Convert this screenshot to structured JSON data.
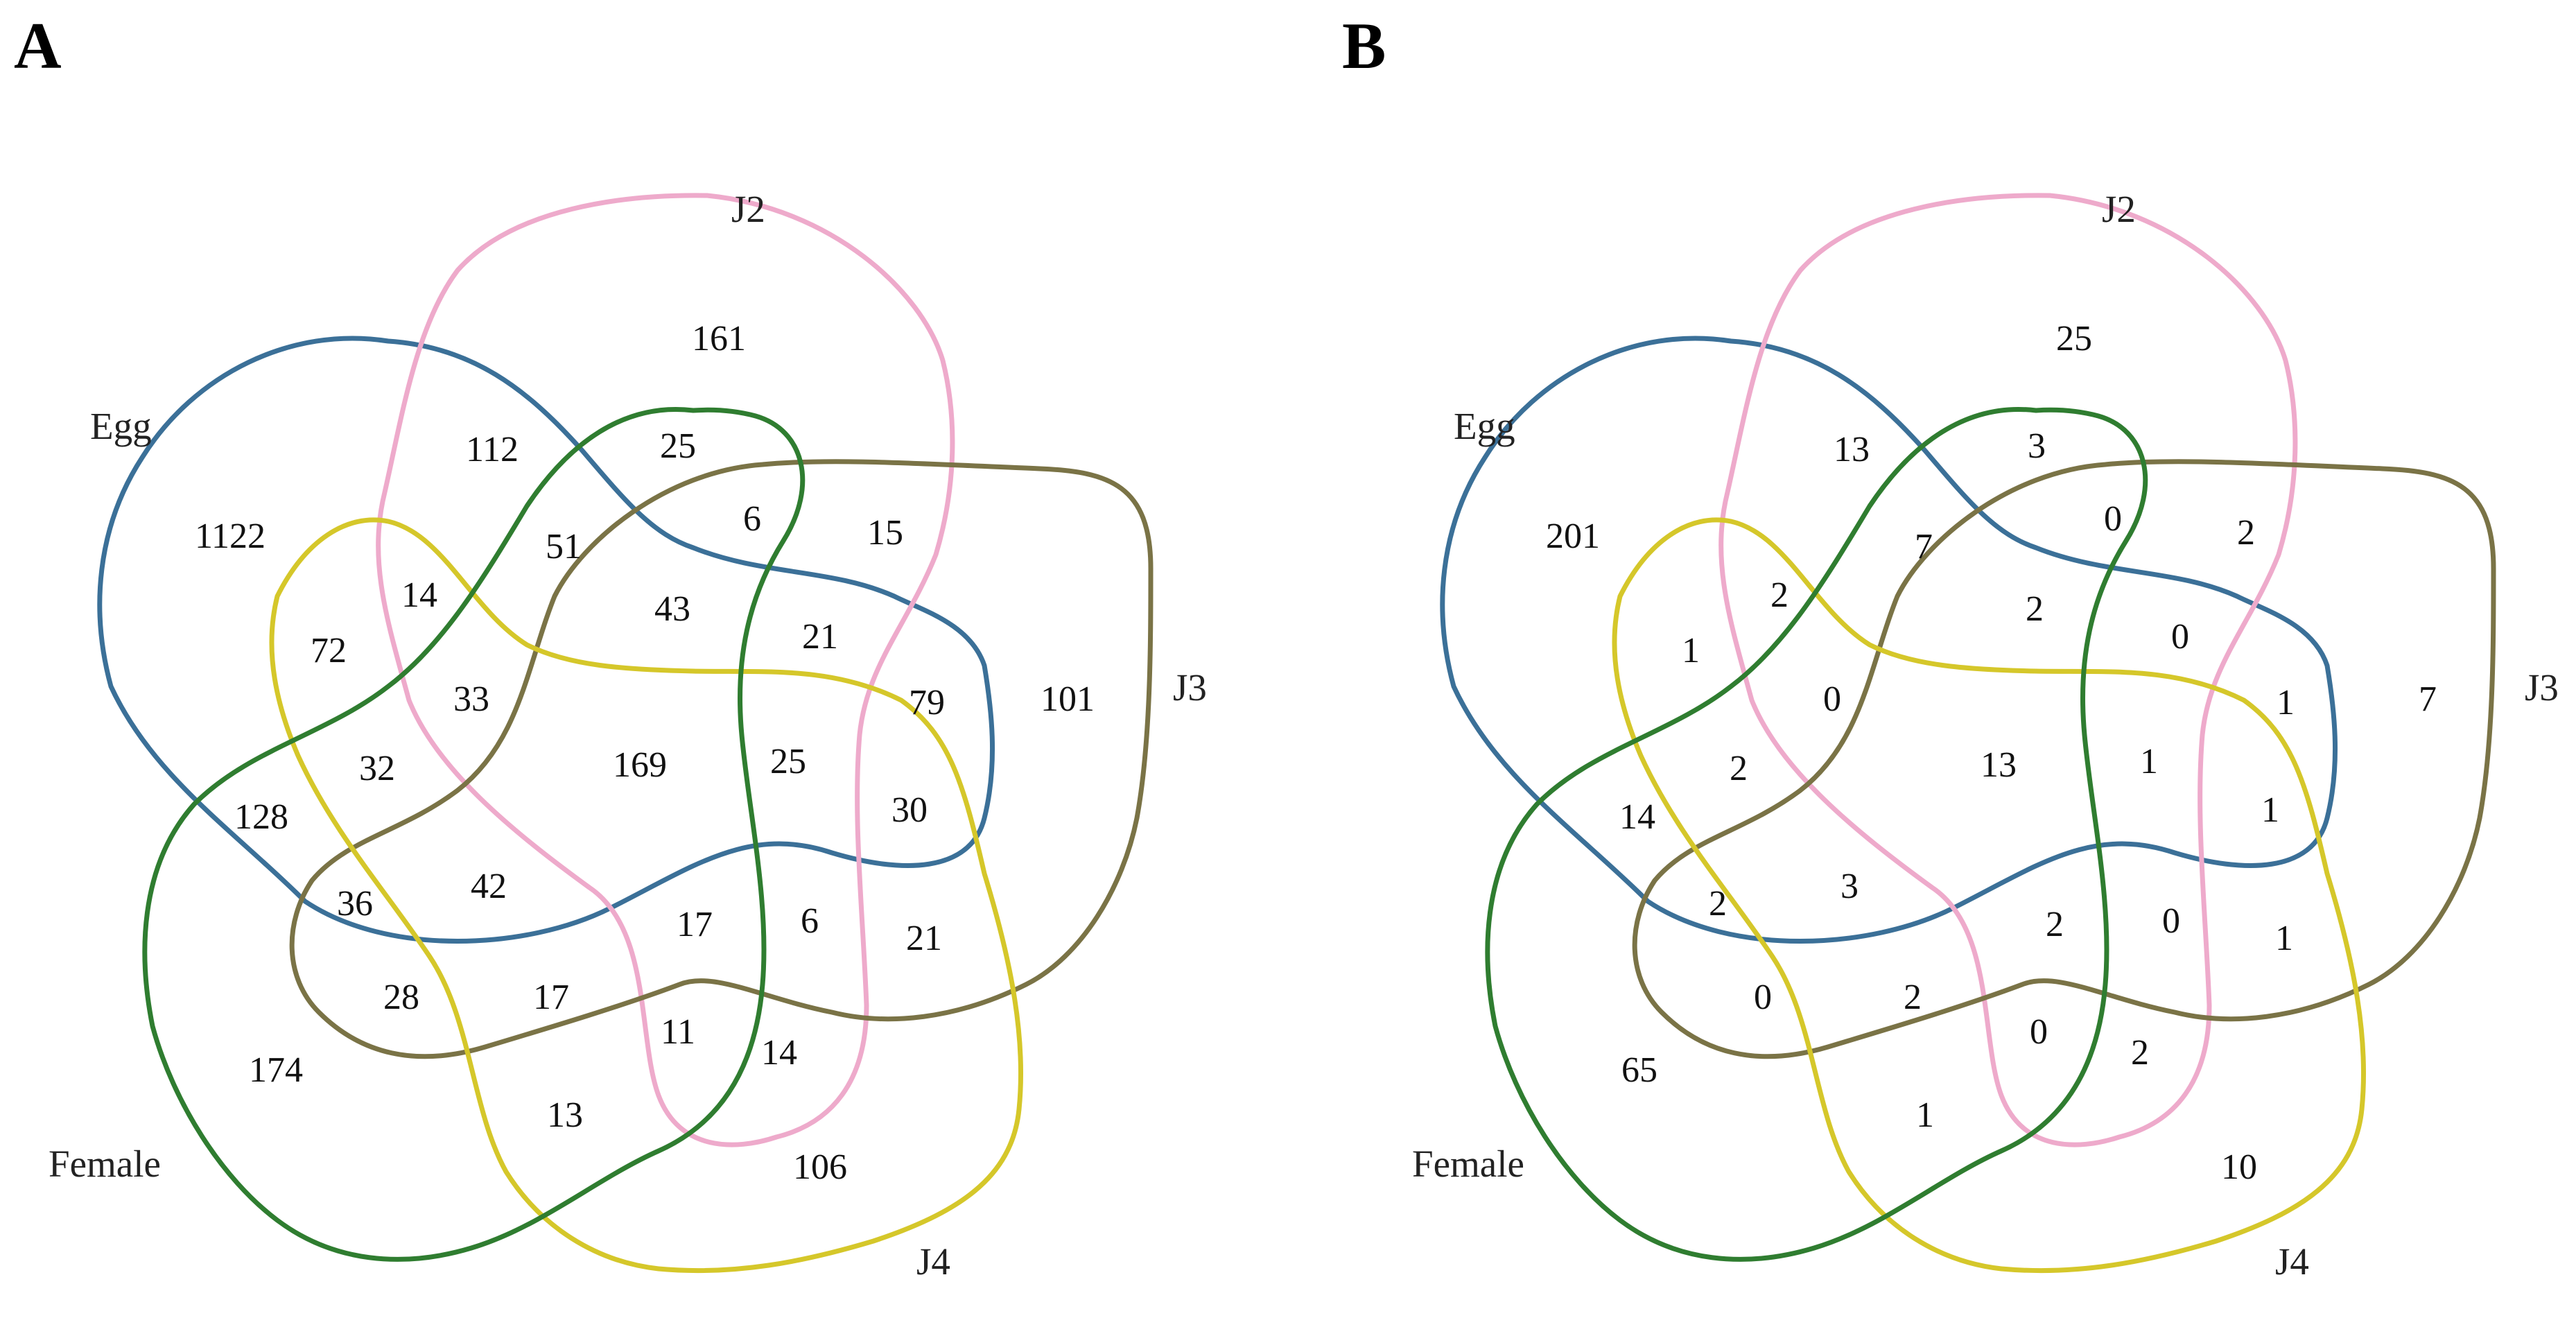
{
  "sets": [
    {
      "key": "egg",
      "name": "Egg",
      "color": "#3b7098"
    },
    {
      "key": "j2",
      "name": "J2",
      "color": "#eeaacb"
    },
    {
      "key": "j3",
      "name": "J3",
      "color": "#7a7346"
    },
    {
      "key": "j4",
      "name": "J4",
      "color": "#d5c72a"
    },
    {
      "key": "female",
      "name": "Female",
      "color": "#2f7d30"
    }
  ],
  "panels": [
    {
      "letter": "A",
      "counts": [
        "1122",
        "161",
        "101",
        "106",
        "174",
        "112",
        "25",
        "6",
        "15",
        "51",
        "43",
        "21",
        "79",
        "14",
        "72",
        "33",
        "169",
        "25",
        "30",
        "32",
        "128",
        "42",
        "36",
        "17",
        "6",
        "21",
        "28",
        "17",
        "11",
        "14",
        "13"
      ]
    },
    {
      "letter": "B",
      "counts": [
        "201",
        "25",
        "7",
        "10",
        "65",
        "13",
        "3",
        "0",
        "2",
        "7",
        "2",
        "0",
        "1",
        "2",
        "1",
        "0",
        "13",
        "1",
        "1",
        "2",
        "14",
        "3",
        "2",
        "2",
        "0",
        "1",
        "0",
        "2",
        "0",
        "2",
        "1"
      ]
    }
  ]
}
